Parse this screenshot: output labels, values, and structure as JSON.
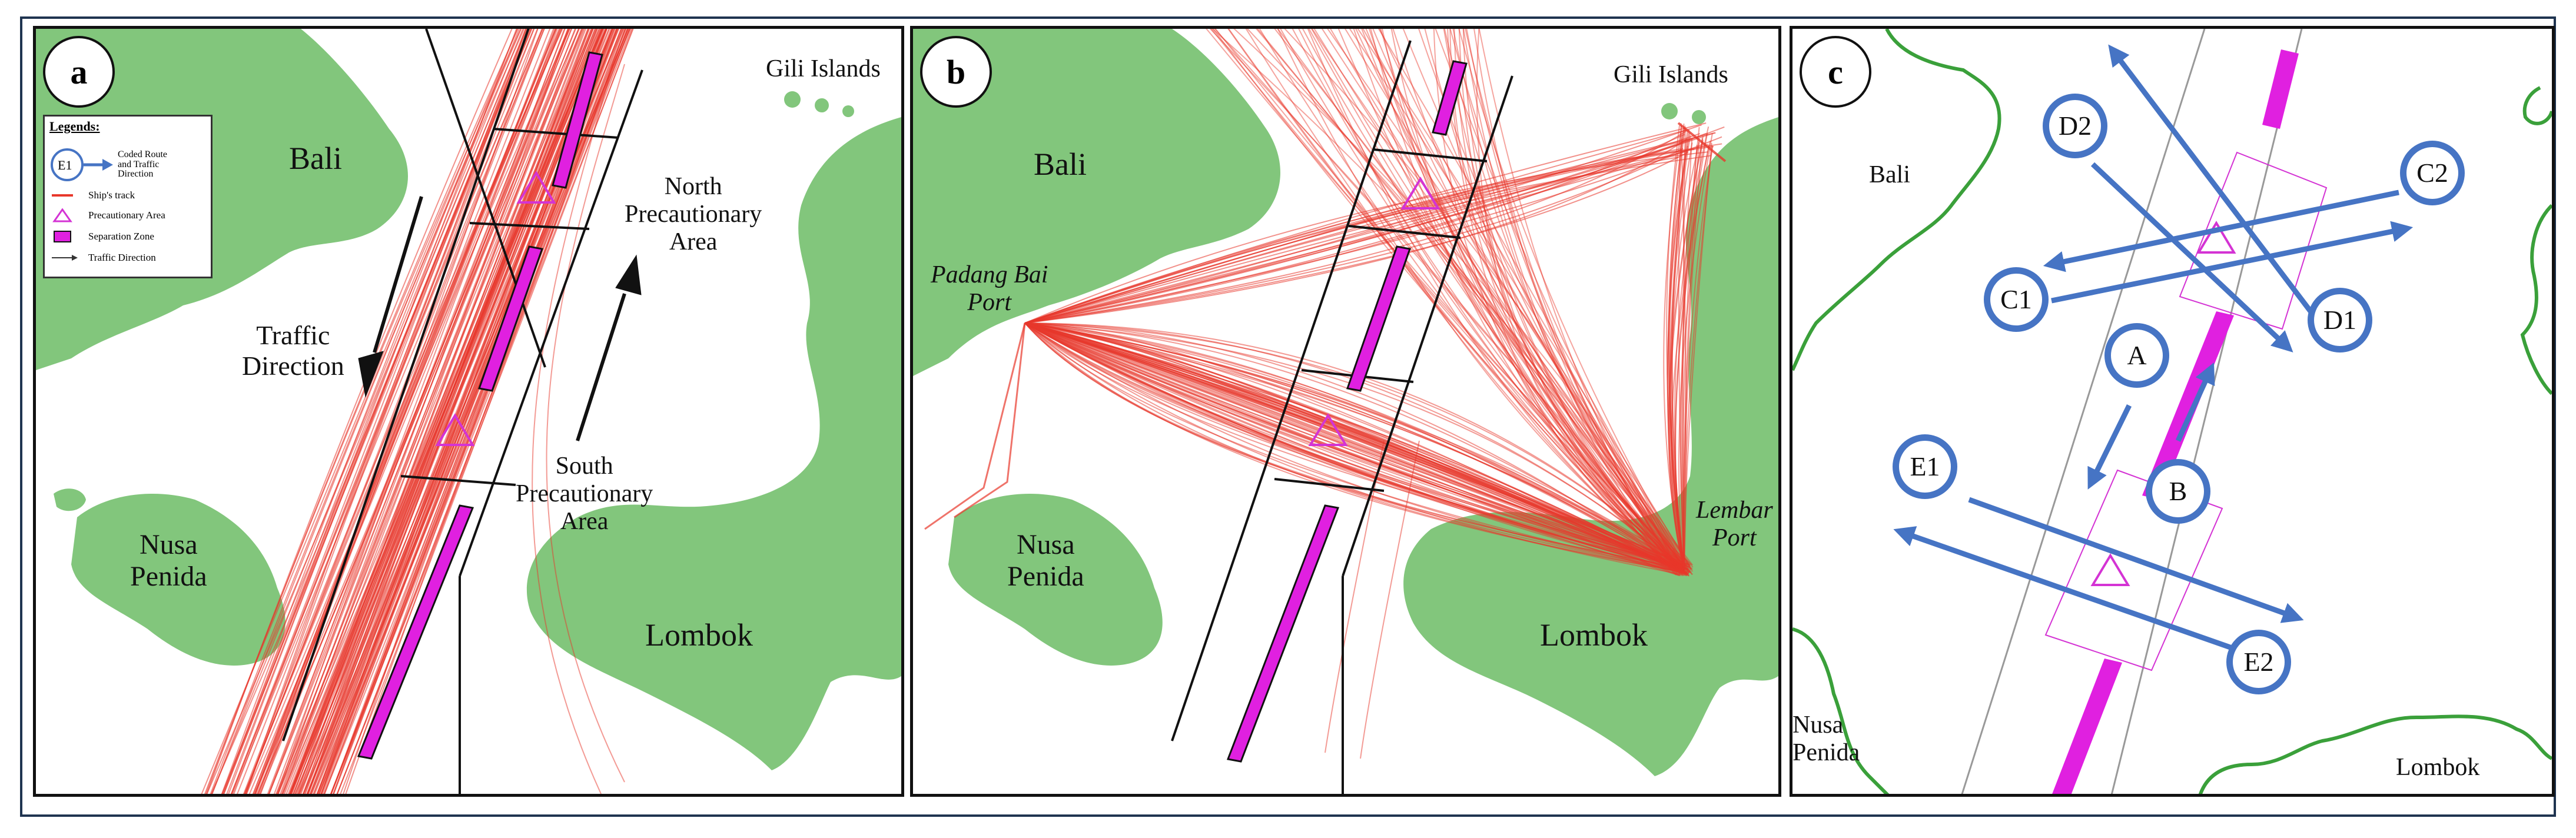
{
  "panels": {
    "a": {
      "letter": "a",
      "labels": {
        "bali": "Bali",
        "nusa_penida": "Nusa\nPenida",
        "lombok": "Lombok",
        "gili": "Gili Islands",
        "traffic_direction": "Traffic\nDirection",
        "north_precautionary": "North\nPrecautionary\nArea",
        "south_precautionary": "South\nPrecautionary\nArea"
      },
      "legend": {
        "title": "Legends:",
        "node_code": "E1",
        "coded_route": "Coded Route\nand Traffic\nDirection",
        "ships_track": "Ship's track",
        "precautionary_area": "Precautionary Area",
        "separation_zone": "Separation Zone",
        "traffic_direction": "Traffic Direction"
      }
    },
    "b": {
      "letter": "b",
      "labels": {
        "bali": "Bali",
        "nusa_penida": "Nusa\nPenida",
        "lombok": "Lombok",
        "gili": "Gili Islands",
        "padang_bai": "Padang Bai\nPort",
        "lembar": "Lembar\nPort"
      }
    },
    "c": {
      "letter": "c",
      "labels": {
        "bali": "Bali",
        "nusa_penida": "Nusa\nPenida",
        "lombok": "Lombok"
      },
      "routes": [
        "D2",
        "C2",
        "C1",
        "D1",
        "A",
        "B",
        "E1",
        "E2"
      ]
    }
  },
  "colors": {
    "land": "#82c67c",
    "coast_outline": "#3aa03a",
    "ship_track": "#e8372b",
    "separation_zone": "#e020e0",
    "precautionary": "#d433d4",
    "route_arrow": "#4674c4",
    "frame": "#1f3450"
  }
}
